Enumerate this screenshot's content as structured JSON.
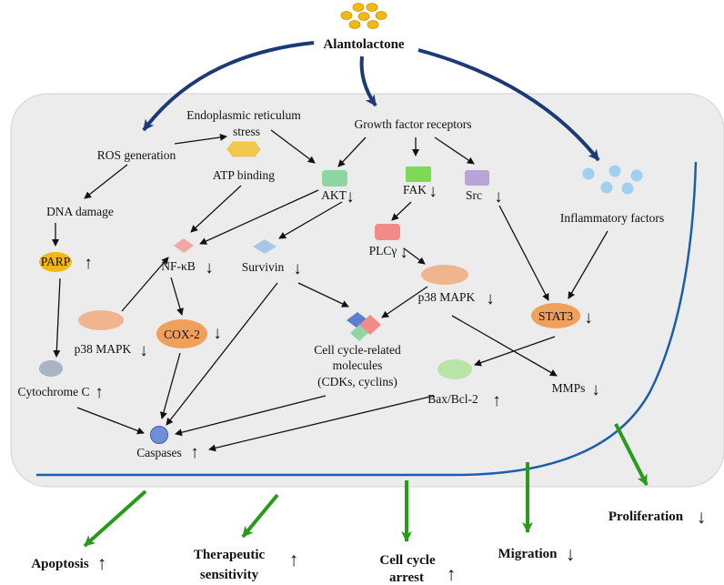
{
  "colors": {
    "cell_background": "#ececec",
    "cell_border": "#cccccc",
    "membrane": "#1a5fa8",
    "drug_arrow": "#1a3a78",
    "outcome_arrow": "#2a9a1a",
    "drug_dot": "#f2b814",
    "parp": "#f2b814",
    "er_hexagon": "#f2c94c",
    "akt": "#8fd6a3",
    "fak": "#7ed957",
    "src": "#b9a4d6",
    "plcg": "#f28a8a",
    "p38": "#f0b58e",
    "cox2": "#f0a05a",
    "stat3": "#f0a05a",
    "nfkb": "#f2a6a6",
    "survivin": "#a9c8e8",
    "inflammatory_dots": "#9fd0f0",
    "cytochrome": "#a8b4c2",
    "caspases": "#6f8fd8",
    "bax": "#b8e4a8"
  },
  "nodes": {
    "alantolactone": "Alantolactone",
    "er_stress_line1": "Endoplasmic reticulum",
    "er_stress_line2": "stress",
    "growth_factor_receptors": "Growth factor receptors",
    "ros_generation": "ROS generation",
    "atp_binding": "ATP binding",
    "akt": "AKT",
    "fak": "FAK",
    "src": "Src",
    "inflammatory_factors": "Inflammatory factors",
    "dna_damage": "DNA damage",
    "parp": "PARP",
    "nfkb": "NF-κB",
    "survivin": "Survivin",
    "plcg": "PLCγ",
    "p38_right": "p38 MAPK",
    "stat3": "STAT3",
    "p38_left": "p38 MAPK",
    "cox2": "COX-2",
    "cell_cycle_line1": "Cell cycle-related",
    "cell_cycle_line2": "molecules",
    "cell_cycle_line3": "(CDKs, cyclins)",
    "cytochrome_c": "Cytochrome C",
    "bax_bcl2": "Bax/Bcl-2",
    "mmps": "MMPs",
    "caspases": "Caspases"
  },
  "outcomes": {
    "apoptosis": "Apoptosis",
    "therapeutic_line1": "Therapeutic",
    "therapeutic_line2": "sensitivity",
    "cell_cycle_line1": "Cell cycle",
    "cell_cycle_line2": "arrest",
    "migration": "Migration",
    "proliferation": "Proliferation"
  },
  "symbols": {
    "up": "↑",
    "down": "↓"
  }
}
